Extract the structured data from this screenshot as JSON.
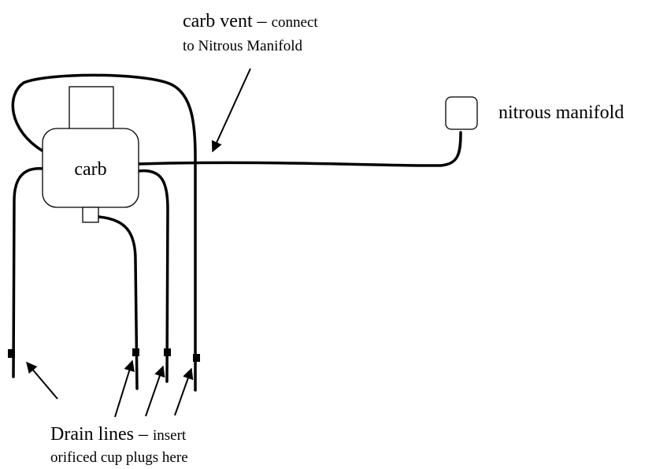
{
  "vent_label": {
    "main": "carb vent",
    "dash": " – ",
    "rest": "connect",
    "line2": "to Nitrous Manifold"
  },
  "carb_label": "carb",
  "manifold_label": "nitrous manifold",
  "drain_label": {
    "main": "Drain lines",
    "dash": " – ",
    "rest": "insert",
    "line2": "orificed cup plugs here"
  }
}
